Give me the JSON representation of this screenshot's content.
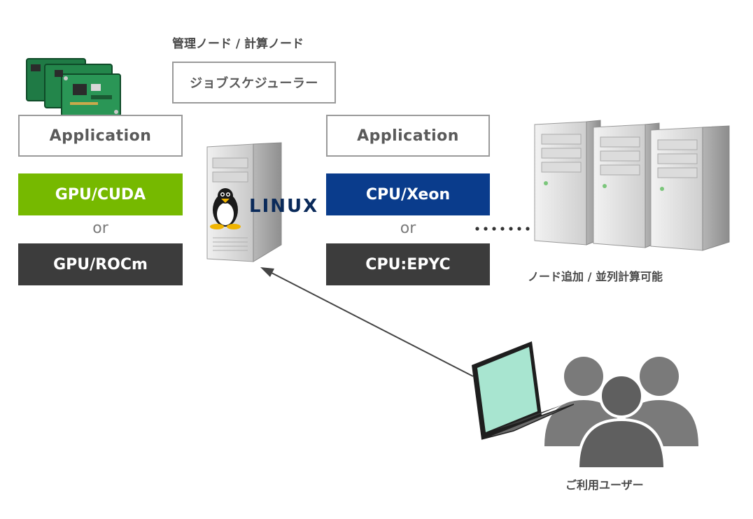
{
  "head_node": {
    "title": "管理ノード / 計算ノード",
    "scheduler": "ジョブスケジューラー",
    "os_label": "LINUX"
  },
  "left_stack": {
    "application": "Application",
    "primary": "GPU/CUDA",
    "or": "or",
    "alternative": "GPU/ROCm"
  },
  "right_stack": {
    "application": "Application",
    "primary": "CPU/Xeon",
    "or": "or",
    "alternative": "CPU:EPYC"
  },
  "cluster_caption": "ノード追加 / 並列計算可能",
  "users_caption": "ご利用ユーザー",
  "colors": {
    "gpu_cuda": "#76b900",
    "cpu_xeon": "#0a3c8c",
    "dark_box": "#3c3c3c",
    "border": "#9a9a9a"
  },
  "icons": [
    "gpu-boards-icon",
    "tower-server-icon",
    "tux-penguin-icon",
    "server-rack-icon",
    "laptop-icon",
    "users-icon",
    "arrow-icon"
  ]
}
